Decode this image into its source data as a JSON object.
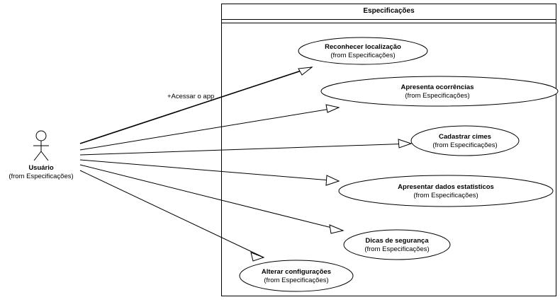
{
  "boundary": {
    "title": "Especificações"
  },
  "actor": {
    "name": "Usuário",
    "from": "(from Especificações)"
  },
  "association_label": "+Acessar o app",
  "use_cases": [
    {
      "name": "Reconhecer localização",
      "from": "(from Especificações)"
    },
    {
      "name": "Apresenta ocorrências",
      "from": "(from Especificações)"
    },
    {
      "name": "Cadastrar cimes",
      "from": "(from Especificações)"
    },
    {
      "name": "Apresentar dados estatisticos",
      "from": "(from Especificações)"
    },
    {
      "name": "Dicas de segurança",
      "from": "(from Especificações)"
    },
    {
      "name": "Alterar configurações",
      "from": "(from Especificações)"
    }
  ]
}
